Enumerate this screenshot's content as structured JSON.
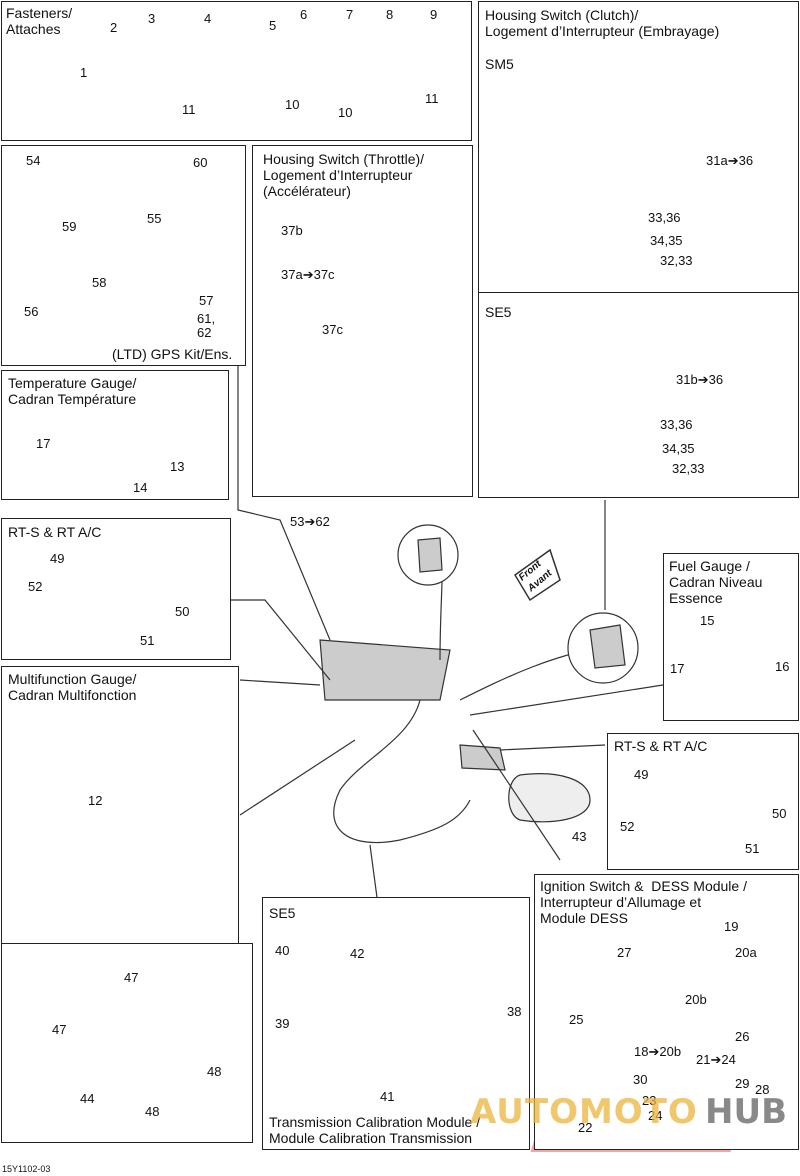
{
  "panels": {
    "fasteners": "Fasteners/\nAttaches",
    "housing_clutch": "Housing Switch (Clutch)/\nLogement d’Interrupteur (Embrayage)",
    "sm5": "SM5",
    "se5_clutch": "SE5",
    "housing_throttle": "Housing Switch (Throttle)/\nLogement d’Interrupteur\n(Accélérateur)",
    "gps": "(LTD) GPS Kit/Ens.",
    "temp": "Temperature Gauge/\nCadran Température",
    "rts_left": "RT-S & RT A/C",
    "rts_right": "RT-S & RT A/C",
    "multi": "Multifunction Gauge/\nCadran Multifonction",
    "fuel": "Fuel Gauge /\nCadran Niveau\nEssence",
    "ignition": "Ignition Switch &  DESS Module /\nInterrupteur d’Allumage et\nModule DESS",
    "se5_tcm": "SE5",
    "tcm_caption": "Transmission Calibration Module /\nModule Calibration Transmission",
    "front": "Front\nAvant"
  },
  "callouts": {
    "c1": "1",
    "c2": "2",
    "c3": "3",
    "c4": "4",
    "c5": "5",
    "c6": "6",
    "c7": "7",
    "c8": "8",
    "c9": "9",
    "c10a": "10",
    "c10b": "10",
    "c11a": "11",
    "c11b": "11",
    "c31a": "31a➔36",
    "c33a": "33,36",
    "c34a": "34,35",
    "c32a": "32,33",
    "c31b": "31b➔36",
    "c33b": "33,36",
    "c34b": "34,35",
    "c32b": "32,33",
    "c37b": "37b",
    "c37a": "37a➔37c",
    "c37c": "37c",
    "c54": "54",
    "c60": "60",
    "c59": "59",
    "c55": "55",
    "c58": "58",
    "c56": "56",
    "c57": "57",
    "c61": "61,\n62",
    "c17a": "17",
    "c13": "13",
    "c14": "14",
    "c53": "53➔62",
    "c49a": "49",
    "c52a": "52",
    "c50a": "50",
    "c51a": "51",
    "c15": "15",
    "c17b": "17",
    "c16": "16",
    "c12": "12",
    "c49b": "49",
    "c52b": "52",
    "c50b": "50",
    "c51b": "51",
    "c43": "43",
    "c47a": "47",
    "c47b": "47",
    "c44": "44",
    "c48a": "48",
    "c48b": "48",
    "c40": "40",
    "c42": "42",
    "c39": "39",
    "c38": "38",
    "c41": "41",
    "c19": "19",
    "c27": "27",
    "c20a": "20a",
    "c20b": "20b",
    "c25": "25",
    "c26": "26",
    "c18": "18➔20b",
    "c21": "21➔24",
    "c30": "30",
    "c29": "29",
    "c28": "28",
    "c23": "23",
    "c24": "24",
    "c22": "22"
  },
  "ref": "15Y1102-03",
  "watermark": {
    "a": "AUTOMOTO",
    "b": "HUB"
  }
}
